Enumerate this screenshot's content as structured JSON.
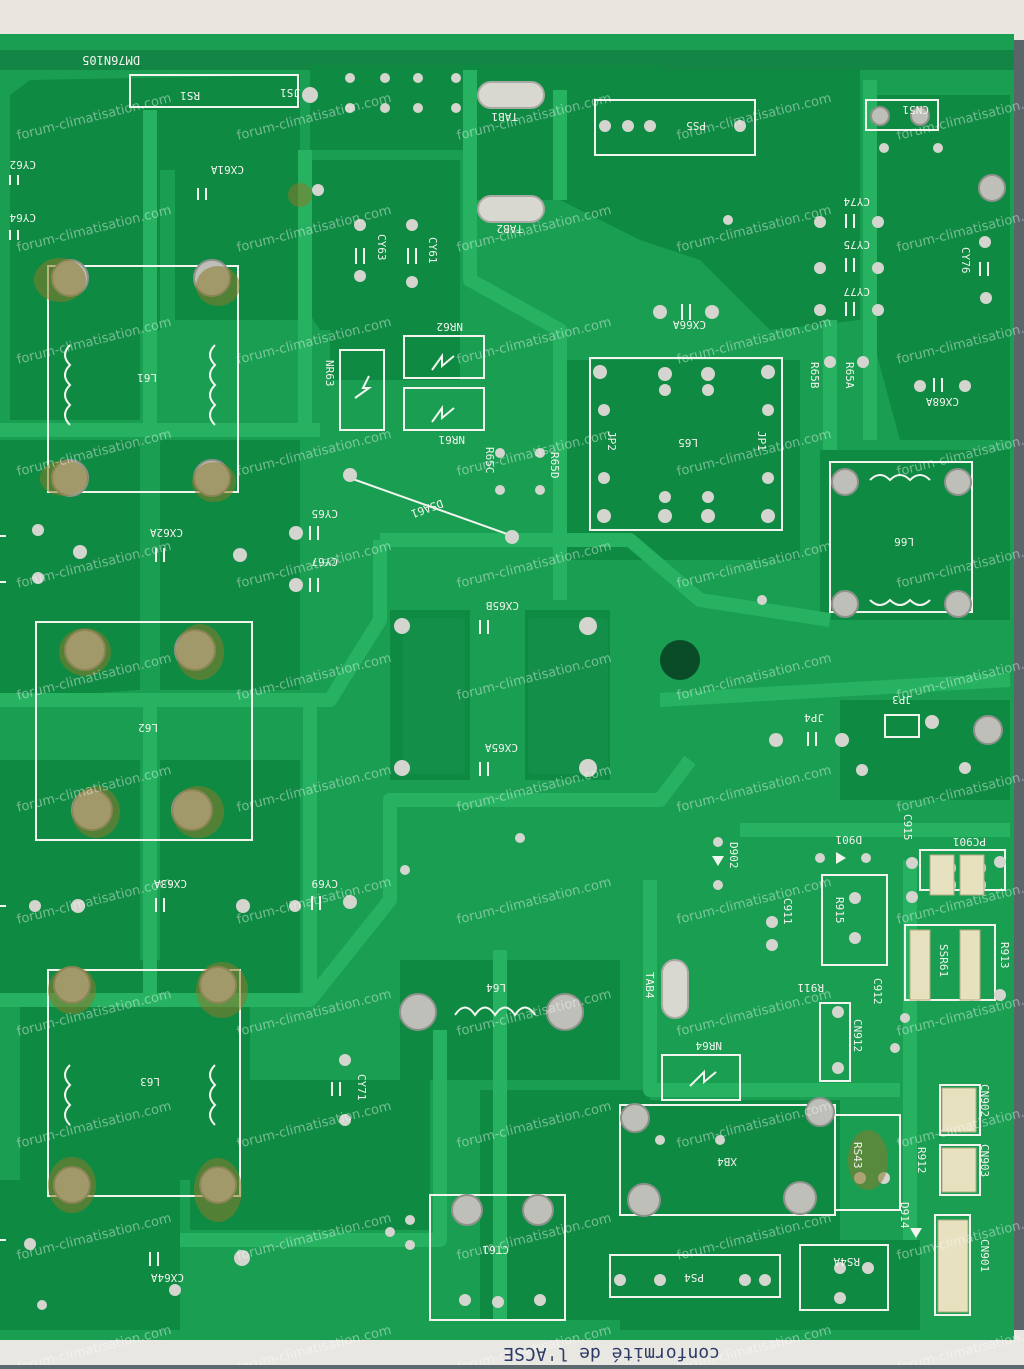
{
  "photo": {
    "board_code": "DM76N105",
    "watermark": "forum-climatisation.com",
    "bottom_edge_text": "conformité de l'ACSE",
    "colors": {
      "pcb_green": "#169a4f",
      "copper_green": "#0f8a43",
      "trace_green": "#23ad5c",
      "silkscreen": "#f2f4ee",
      "solder": "#b9bcb4",
      "flux": "#8a7a2a"
    }
  },
  "labels": {
    "JS1": "JS1",
    "RS1": "RS1",
    "TAB1": "TAB1",
    "TAB2": "TAB2",
    "PS5": "PS5",
    "CN51": "CN51",
    "CY62": "CY62",
    "CY64": "CY64",
    "CX61A": "CX61A",
    "CY63": "CY63",
    "CY61": "CY61",
    "CY74": "CY74",
    "CY75": "CY75",
    "CY77": "CY77",
    "CY76": "CY76",
    "CX66A": "CX66A",
    "L61": "L61",
    "NR62": "NR62",
    "NR63": "NR63",
    "NR61": "NR61",
    "R65C": "R65C",
    "R65D": "R65D",
    "R65B": "R65B",
    "R65A": "R65A",
    "CX68A": "CX68A",
    "JP2": "JP2",
    "JP1": "JP1",
    "L65": "L65",
    "L66": "L66",
    "DSA61": "DSA61",
    "CY65": "CY65",
    "CY67": "CY67",
    "CX62A": "CX62A",
    "CX65B": "CX65B",
    "CX65A": "CX65A",
    "L62": "L62",
    "JP3": "JP3",
    "JP4": "JP4",
    "CX63A": "CX63A",
    "CY69": "CY69",
    "D902": "D902",
    "D901": "D901",
    "C915": "C915",
    "PC901": "PC901",
    "C911": "C911",
    "R915": "R915",
    "R913": "R913",
    "SSR61": "SSR61",
    "R911": "R911",
    "C912": "C912",
    "TAB4": "TAB4",
    "L64": "L64",
    "CN912": "CN912",
    "NR64": "NR64",
    "L63": "L63",
    "CY71": "CY71",
    "CN902": "CN902",
    "XB4": "XB4",
    "RS43": "RS43",
    "R912": "R912",
    "CN903": "CN903",
    "D914": "D914",
    "CT61": "CT61",
    "CX64A": "CX64A",
    "PS4": "PS4",
    "RS4A": "RS4A",
    "CN901": "CN901"
  }
}
